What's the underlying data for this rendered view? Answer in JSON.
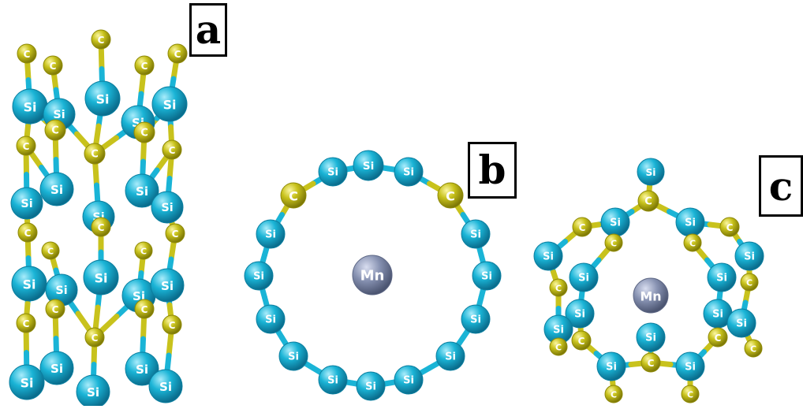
{
  "panels": [
    {
      "id": "a",
      "label": "a"
    },
    {
      "id": "b",
      "label": "b"
    },
    {
      "id": "c",
      "label": "c"
    }
  ],
  "atoms": {
    "si": {
      "symbol": "Si",
      "color": "#1ab4d6",
      "edge": "#0b7fa0"
    },
    "c": {
      "symbol": "C",
      "color": "#c8c21c",
      "edge": "#8f8a08"
    },
    "mn_b": {
      "symbol": "Mn",
      "color": "#8590b0",
      "edge": "#5d6785"
    },
    "mn_c": {
      "symbol": "Mn",
      "color": "#8590b0",
      "edge": "#5d6785"
    }
  },
  "bond_colors": {
    "si": "#1ab4d6",
    "c": "#c8c21c"
  }
}
